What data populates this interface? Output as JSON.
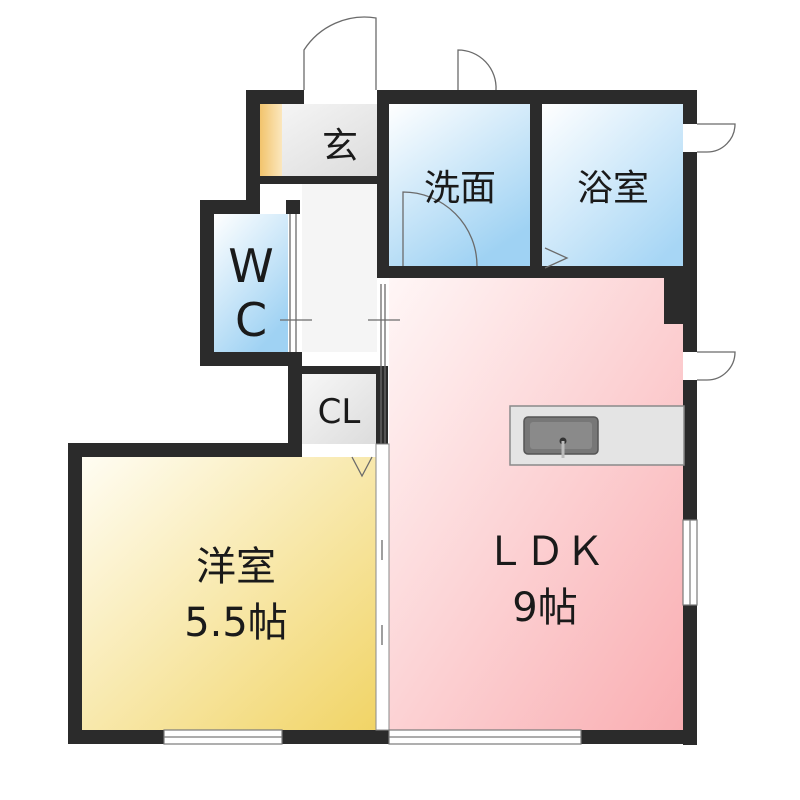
{
  "rooms": {
    "entrance": {
      "label": "玄"
    },
    "washroom": {
      "label": "洗面"
    },
    "bathroom": {
      "label": "浴室"
    },
    "wc": {
      "label_line1": "W",
      "label_line2": "C"
    },
    "closet": {
      "label": "CL"
    },
    "western_room": {
      "label": "洋室",
      "size": "5.5帖"
    },
    "ldk": {
      "label": "ＬＤＫ",
      "size": "9帖"
    }
  },
  "colors": {
    "wall": "#2b2b2b",
    "blue_room": "#bfe0f7",
    "ldk_pink": "#fbd0d2",
    "western_yellow": "#f5e39a",
    "floor_grey": "#e6e6e6",
    "shoe_box": "#f3cf8a"
  }
}
